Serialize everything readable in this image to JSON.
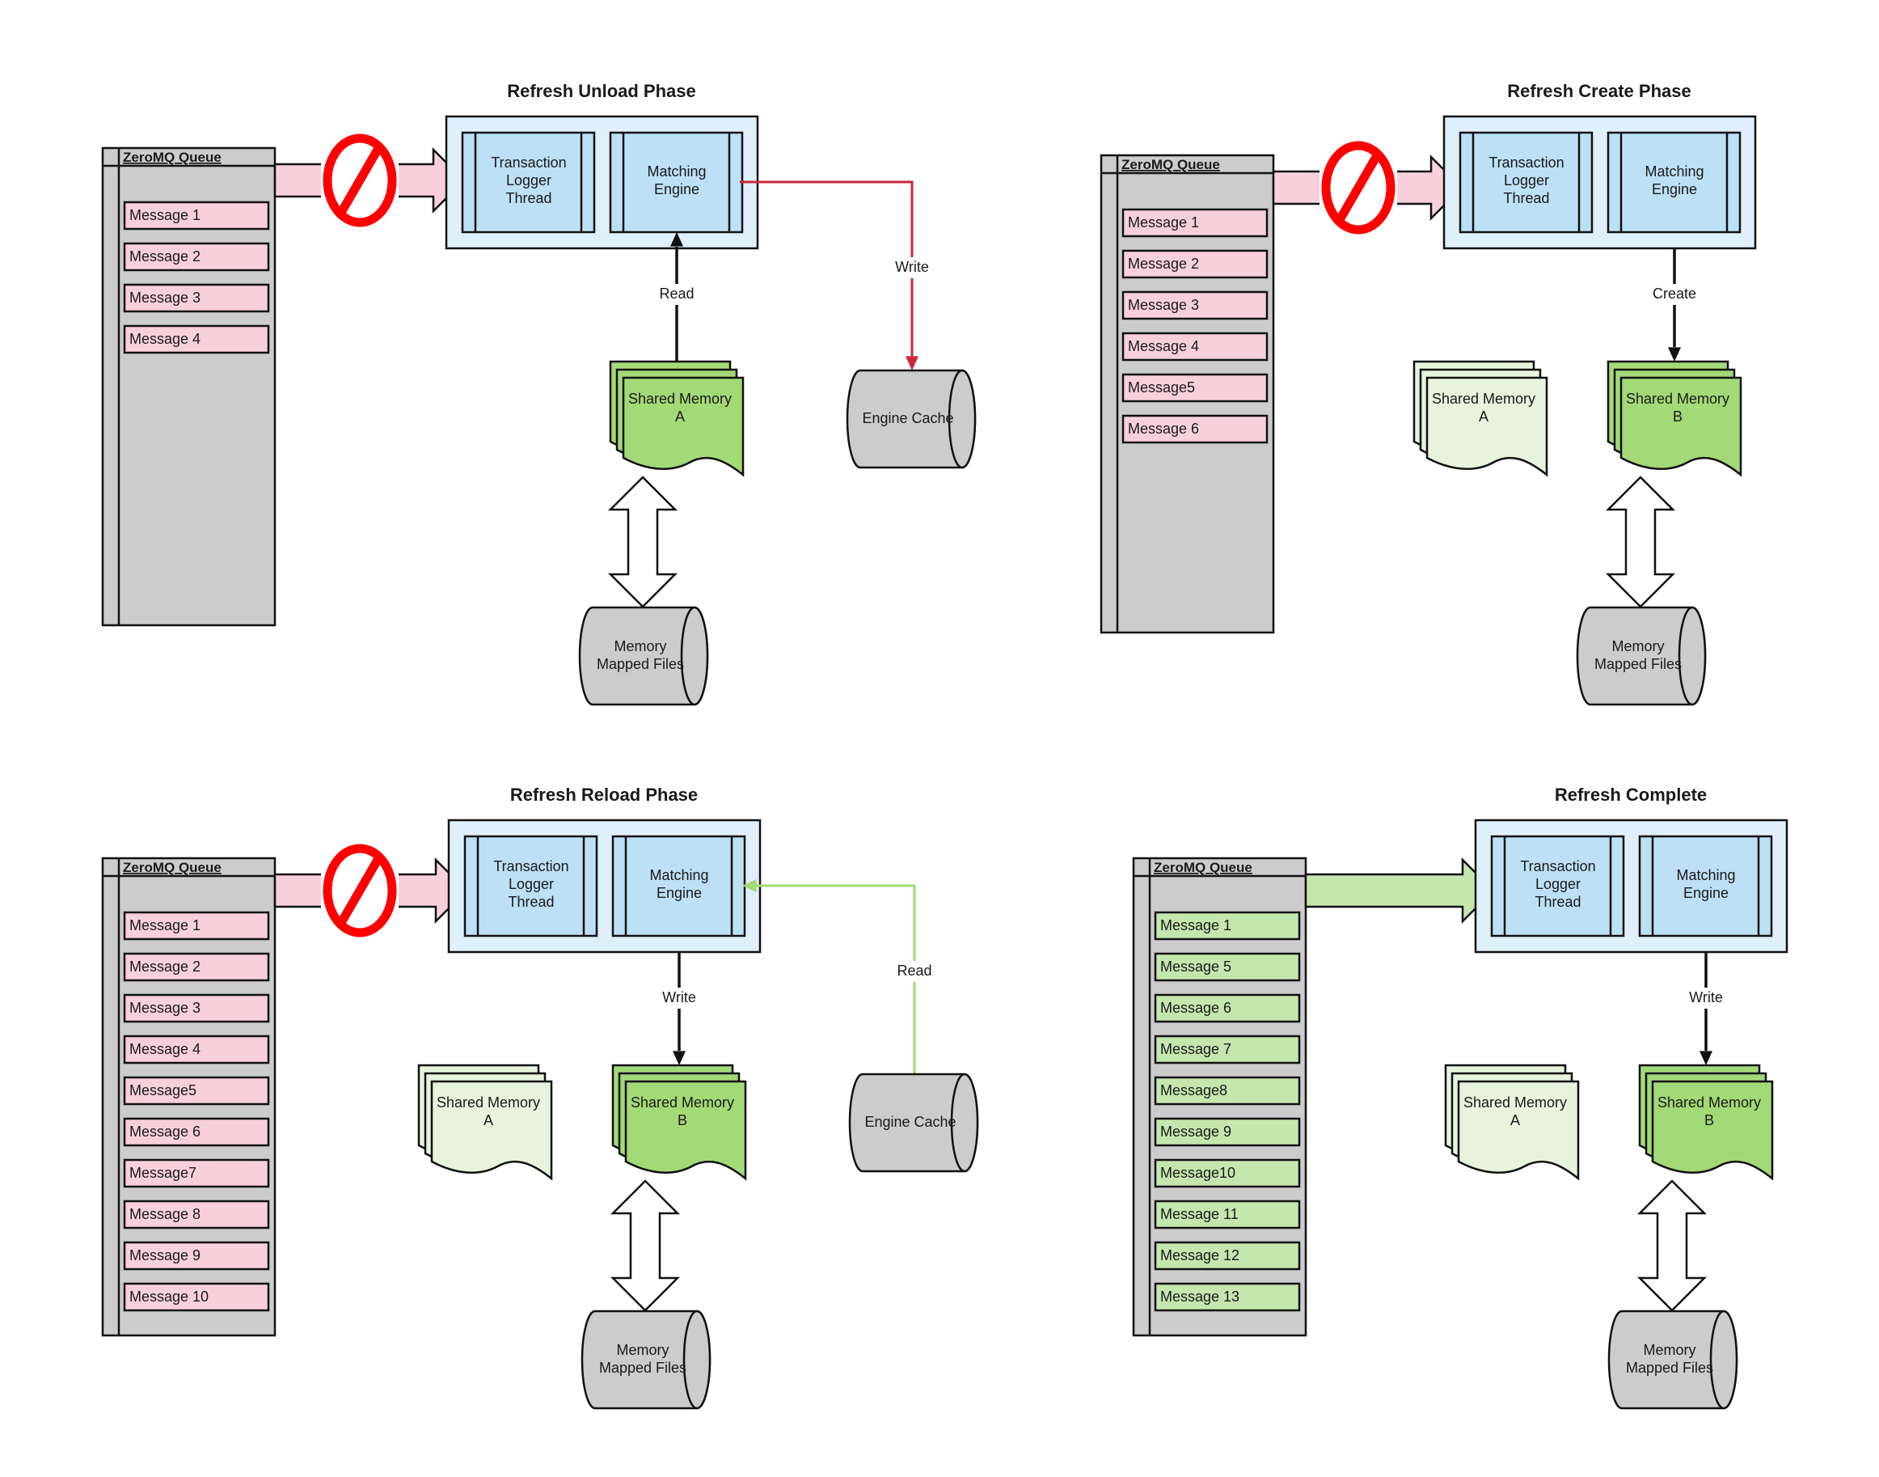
{
  "colors": {
    "queue_fill": "#cccccc",
    "pink": "#f8d0dc",
    "green_msg": "#c5e6ae",
    "container_fill": "#dff0fb",
    "thread_fill": "#bde0f5",
    "doc_green": "#a3d977",
    "doc_faded": "#e7f3dd",
    "cylinder_fill": "#cccccc",
    "red_line": "#c8283a",
    "green_line": "#a3d977",
    "stop_red": "#ff0000"
  },
  "panels": [
    {
      "title": "Refresh Unload Phase",
      "queue": {
        "header": "ZeroMQ Queue",
        "messages": [
          "Message 1",
          "Message 2",
          "Message 3",
          "Message 4"
        ],
        "style": "pink"
      },
      "inflow": "blocked",
      "threads": [
        "Transaction\nLogger\nThread",
        "Matching\nEngine"
      ],
      "shared_memory": [
        {
          "label": "Shared Memory\nA",
          "state": "active"
        }
      ],
      "mmf_label": "Memory\nMapped Files",
      "engine_cache": {
        "label": "Engine Cache",
        "edge_label": "Write",
        "direction": "to-cache"
      },
      "engine_edge": {
        "label": "Read",
        "direction": "to-engine"
      }
    },
    {
      "title": "Refresh Create Phase",
      "queue": {
        "header": "ZeroMQ Queue",
        "messages": [
          "Message 1",
          "Message 2",
          "Message 3",
          "Message 4",
          "Message5",
          "Message 6"
        ],
        "style": "pink"
      },
      "inflow": "blocked",
      "threads": [
        "Transaction\nLogger\nThread",
        "Matching\nEngine"
      ],
      "shared_memory": [
        {
          "label": "Shared Memory\nA",
          "state": "faded"
        },
        {
          "label": "Shared Memory\nB",
          "state": "active"
        }
      ],
      "mmf_label": "Memory\nMapped Files",
      "engine_edge": {
        "label": "Create",
        "direction": "to-memory"
      }
    },
    {
      "title": "Refresh Reload Phase",
      "queue": {
        "header": "ZeroMQ Queue",
        "messages": [
          "Message 1",
          "Message 2",
          "Message 3",
          "Message 4",
          "Message5",
          "Message 6",
          "Message7",
          "Message 8",
          "Message 9",
          "Message 10"
        ],
        "style": "pink"
      },
      "inflow": "blocked",
      "threads": [
        "Transaction\nLogger\nThread",
        "Matching\nEngine"
      ],
      "shared_memory": [
        {
          "label": "Shared Memory\nA",
          "state": "faded"
        },
        {
          "label": "Shared Memory\nB",
          "state": "active"
        }
      ],
      "mmf_label": "Memory\nMapped Files",
      "engine_cache": {
        "label": "Engine Cache",
        "edge_label": "Read",
        "direction": "to-engine"
      },
      "engine_edge": {
        "label": "Write",
        "direction": "to-memory"
      }
    },
    {
      "title": "Refresh Complete",
      "queue": {
        "header": "ZeroMQ Queue",
        "messages": [
          "Message 1",
          "Message 5",
          "Message 6",
          "Message 7",
          "Message8",
          "Message 9",
          "Message10",
          "Message 11",
          "Message 12",
          "Message 13"
        ],
        "style": "green"
      },
      "inflow": "flowing",
      "threads": [
        "Transaction\nLogger\nThread",
        "Matching\nEngine"
      ],
      "shared_memory": [
        {
          "label": "Shared Memory\nA",
          "state": "faded"
        },
        {
          "label": "Shared Memory\nB",
          "state": "active"
        }
      ],
      "mmf_label": "Memory\nMapped Files",
      "engine_edge": {
        "label": "Write",
        "direction": "to-memory"
      }
    }
  ]
}
